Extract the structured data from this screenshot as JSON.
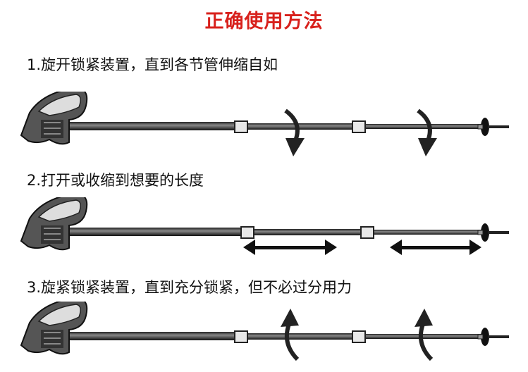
{
  "title": "正确使用方法",
  "steps": [
    {
      "label": "1.旋开锁紧装置，直到各节管伸缩自如",
      "arrow": "rotate-open"
    },
    {
      "label": "2.打开或收缩到想要的长度",
      "arrow": "extend"
    },
    {
      "label": "3.旋紧锁紧装置，直到充分锁紧，但不必过分用力",
      "arrow": "rotate-close"
    }
  ]
}
